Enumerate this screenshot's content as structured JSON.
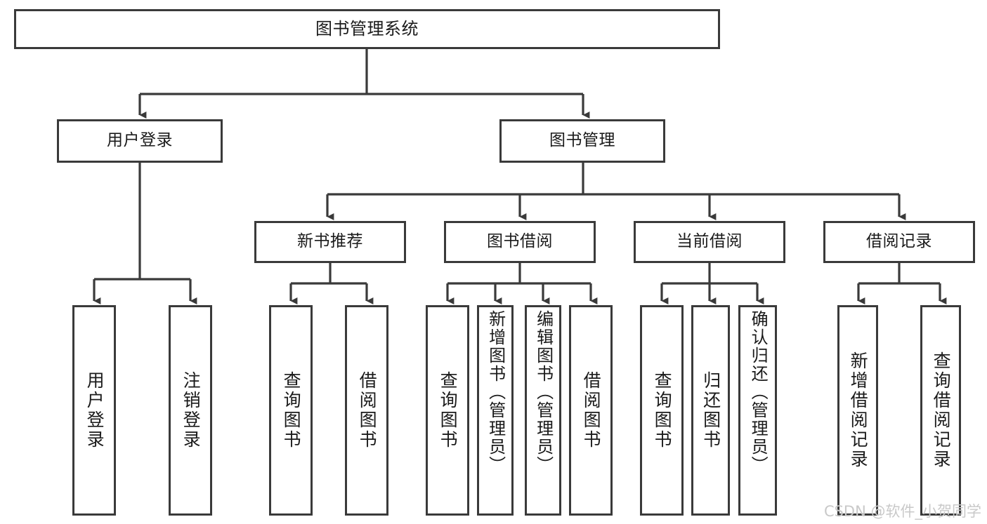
{
  "diagram": {
    "title": "图书管理系统",
    "type": "tree",
    "watermark": "CSDN @软件_小贺同学",
    "colors": {
      "box_border": "#3a3a3a",
      "box_fill": "#ffffff",
      "connector": "#3a3a3a",
      "text": "#1a1a1a",
      "watermark": "#c9c9c9"
    },
    "root": {
      "label": "图书管理系统"
    },
    "level2": [
      {
        "label": "用户登录"
      },
      {
        "label": "图书管理"
      }
    ],
    "level3": [
      {
        "label": "新书推荐"
      },
      {
        "label": "图书借阅"
      },
      {
        "label": "当前借阅"
      },
      {
        "label": "借阅记录"
      }
    ],
    "leaves": {
      "user_login": [
        {
          "label": "用户登录"
        },
        {
          "label": "注销登录"
        }
      ],
      "new_book": [
        {
          "label": "查询图书"
        },
        {
          "label": "借阅图书"
        }
      ],
      "book_borrow": [
        {
          "label": "查询图书"
        },
        {
          "label": "新增图书（管理员）"
        },
        {
          "label": "编辑图书（管理员）"
        },
        {
          "label": "借阅图书"
        }
      ],
      "current_borrow": [
        {
          "label": "查询图书"
        },
        {
          "label": "归还图书"
        },
        {
          "label": "确认归还（管理员）"
        }
      ],
      "borrow_record": [
        {
          "label": "新增借阅记录"
        },
        {
          "label": "查询借阅记录"
        }
      ]
    }
  }
}
